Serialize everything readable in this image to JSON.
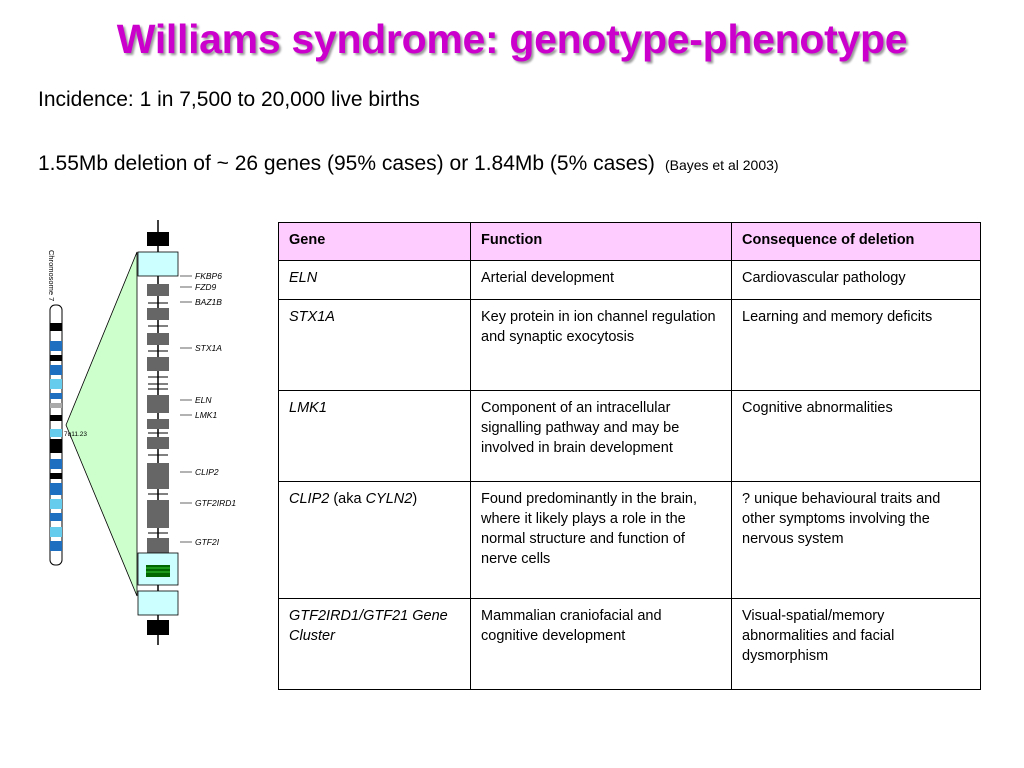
{
  "title": "Williams syndrome: genotype-phenotype",
  "incidence": "Incidence: 1 in 7,500 to 20,000 live births",
  "deletion": "1.55Mb deletion of ~ 26 genes (95% cases) or 1.84Mb (5% cases)",
  "citation": "(Bayes et al 2003)",
  "diagram": {
    "chromosome_label": "Chromosome 7",
    "band_label": "7q11.23",
    "gene_labels": [
      "FKBP6",
      "FZD9",
      "BAZ1B",
      "STX1A",
      "ELN",
      "LMK1",
      "CLIP2",
      "GTF2IRD1",
      "GTF2I"
    ]
  },
  "table": {
    "headers": [
      "Gene",
      "Function",
      "Consequence of deletion"
    ],
    "rows": [
      {
        "gene": "ELN",
        "function": "Arterial development",
        "consequence": "Cardiovascular pathology"
      },
      {
        "gene": "STX1A",
        "function": "Key protein in ion channel regulation and synaptic exocytosis",
        "consequence": "Learning and memory deficits"
      },
      {
        "gene": "LMK1",
        "function": "Component of an intracellular signalling pathway and may be involved in brain development",
        "consequence": "Cognitive abnormalities"
      },
      {
        "gene": "CLIP2",
        "gene_aka_prefix": " (aka ",
        "gene_aka": "CYLN2",
        "gene_aka_suffix": ")",
        "function": "Found predominantly in the brain, where it likely plays a role in the normal structure and function of nerve cells",
        "consequence": "? unique behavioural traits and other symptoms involving the nervous system"
      },
      {
        "gene": "GTF2IRD1/GTF21 Gene Cluster",
        "function": "Mammalian craniofacial and cognitive development",
        "consequence": "Visual-spatial/memory abnormalities and facial dysmorphism"
      }
    ]
  }
}
